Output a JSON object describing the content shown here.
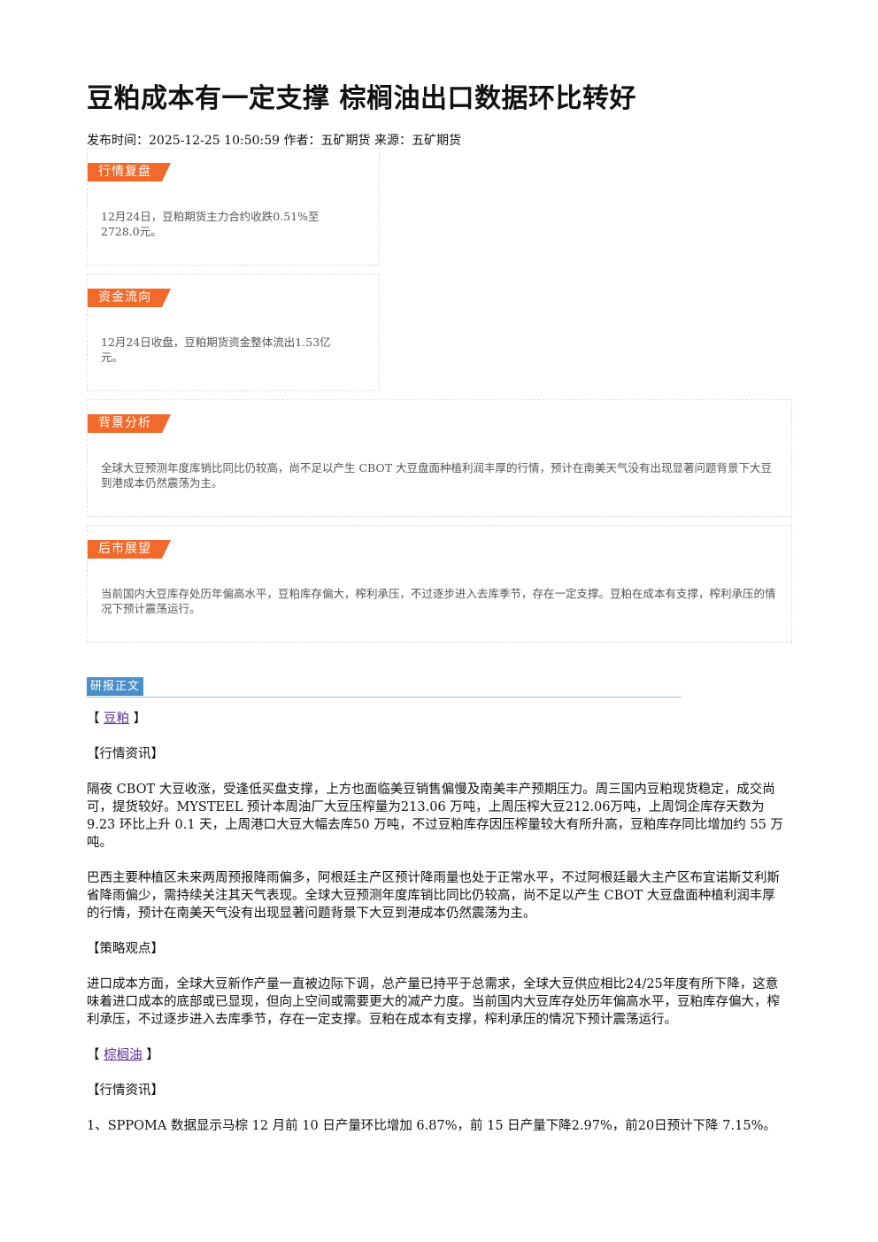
{
  "article": {
    "title": "豆粕成本有一定支撑 棕榈油出口数据环比转好",
    "meta": "发布时间：2025-12-25 10:50:59 作者：五矿期货 来源：五矿期货"
  },
  "summary": {
    "market_review": {
      "tag": "行情复盘",
      "text": "12月24日，豆粕期货主力合约收跌0.51%至2728.0元。"
    },
    "fund_flow": {
      "tag": "资金流向",
      "text": "12月24日收盘，豆粕期货资金整体流出1.53亿元。"
    },
    "background": {
      "tag": "背景分析",
      "text": "全球大豆预测年度库销比同比仍较高，尚不足以产生 CBOT 大豆盘面种植利润丰厚的行情，预计在南美天气没有出现显著问题背景下大豆到港成本仍然震荡为主。"
    },
    "outlook": {
      "tag": "后市展望",
      "text": "当前国内大豆库存处历年偏高水平，豆粕库存偏大，榨利承压，不过逐步进入去库季节，存在一定支撑。豆粕在成本有支撑，榨利承压的情况下预计震荡运行。"
    }
  },
  "report": {
    "tag": "研报正文",
    "bracket_open": "【",
    "bracket_close": "】",
    "soymeal_link": "豆粕",
    "market_info_heading": "【行情资讯】",
    "para1": "隔夜 CBOT 大豆收涨，受逢低买盘支撑，上方也面临美豆销售偏慢及南美丰产预期压力。周三国内豆粕现货稳定，成交尚可，提货较好。MYSTEEL 预计本周油厂大豆压榨量为213.06 万吨，上周压榨大豆212.06万吨，上周饲企库存天数为 9.23 环比上升 0.1 天，上周港口大豆大幅去库50 万吨，不过豆粕库存因压榨量较大有所升高，豆粕库存同比增加约 55 万吨。",
    "para2": "巴西主要种植区未来两周预报降雨偏多，阿根廷主产区预计降雨量也处于正常水平，不过阿根廷最大主产区布宜诺斯艾利斯省降雨偏少，需持续关注其天气表现。全球大豆预测年度库销比同比仍较高，尚不足以产生 CBOT 大豆盘面种植利润丰厚的行情，预计在南美天气没有出现显著问题背景下大豆到港成本仍然震荡为主。",
    "strategy_heading": "【策略观点】",
    "para3": "进口成本方面，全球大豆新作产量一直被边际下调，总产量已持平于总需求，全球大豆供应相比24/25年度有所下降，这意味着进口成本的底部或已显现，但向上空间或需要更大的减产力度。当前国内大豆库存处历年偏高水平，豆粕库存偏大，榨利承压，不过逐步进入去库季节，存在一定支撑。豆粕在成本有支撑，榨利承压的情况下预计震荡运行。",
    "palm_link": "棕榈油",
    "palm_market_info_heading": "【行情资讯】",
    "para4": "1、SPPOMA 数据显示马棕 12 月前 10 日产量环比增加 6.87%，前 15 日产量下降2.97%，前20日预计下降 7.15%。"
  }
}
